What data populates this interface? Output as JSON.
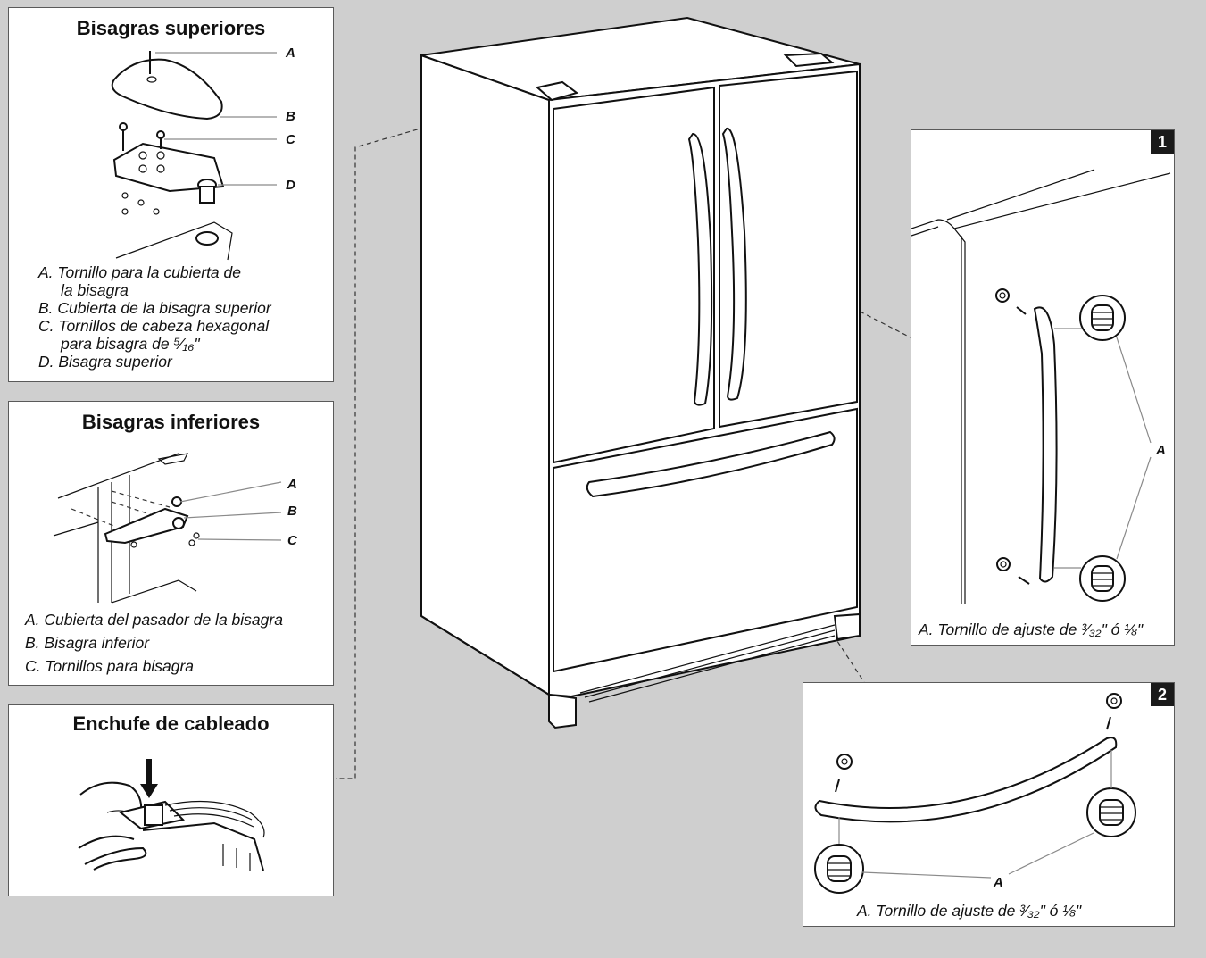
{
  "top_hinges": {
    "title": "Bisagras superiores",
    "callouts": [
      "A",
      "B",
      "C",
      "D"
    ],
    "legend": [
      "A. Tornillo para la cubierta de",
      "la bisagra",
      "B. Cubierta de la bisagra superior",
      "C. Tornillos de cabeza hexagonal",
      "para bisagra de ⁵⁄₁₆\"",
      "D. Bisagra superior"
    ]
  },
  "bottom_hinges": {
    "title": "Bisagras inferiores",
    "callouts": [
      "A",
      "B",
      "C"
    ],
    "legend": [
      "A. Cubierta del pasador de la bisagra",
      "B. Bisagra inferior",
      "C. Tornillos para bisagra"
    ]
  },
  "wiring": {
    "title": "Enchufe de cableado"
  },
  "detail_1": {
    "badge": "1",
    "callout": "A",
    "caption": "A. Tornillo de ajuste de ³⁄₃₂\" ó ⅛\""
  },
  "detail_2": {
    "badge": "2",
    "callout": "A",
    "caption": "A. Tornillo de ajuste de ³⁄₃₂\" ó ⅛\""
  }
}
